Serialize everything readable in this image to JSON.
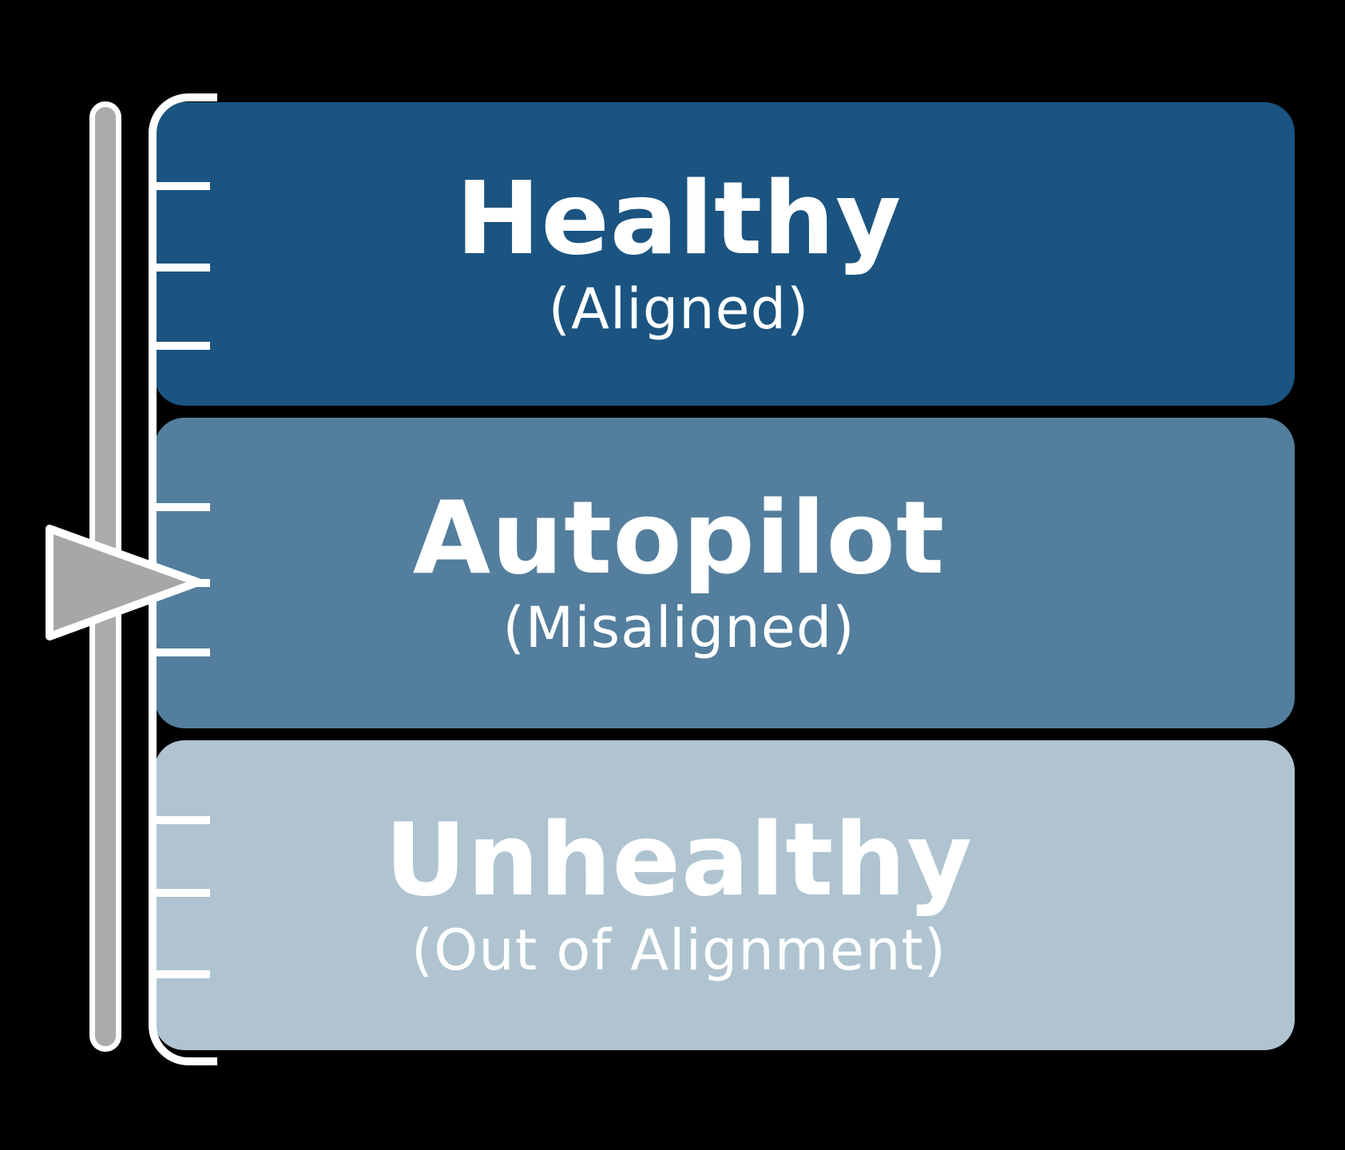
{
  "canvas": {
    "background": "#000000"
  },
  "diagram": {
    "levels": [
      {
        "id": "healthy",
        "title": "Healthy",
        "subtitle": "(Aligned)",
        "color": "#1B5480",
        "text_color": "#FFFFFF"
      },
      {
        "id": "autopilot",
        "title": "Autopilot",
        "subtitle": "(Misaligned)",
        "color": "#537E9D",
        "text_color": "#FFFFFF"
      },
      {
        "id": "unhealthy",
        "title": "Unhealthy",
        "subtitle": "(Out of Alignment)",
        "color": "#AFC4D0",
        "text_color": "#FFFFFF"
      }
    ],
    "gauge": {
      "bar_color": "#ABABAB",
      "pointer_color": "#A7A7A7",
      "scale_color": "#FFFFFF",
      "pointer_level": "Autopilot"
    }
  }
}
